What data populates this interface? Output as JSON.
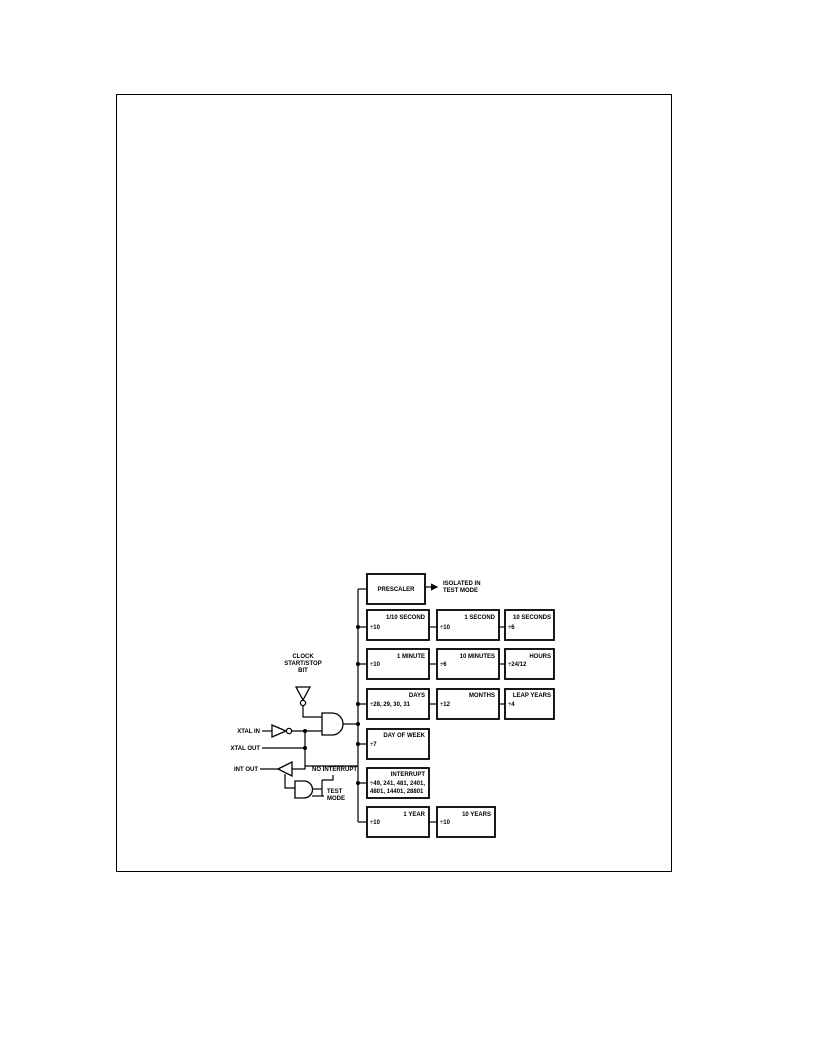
{
  "clock_input": {
    "label_lines": [
      "CLOCK",
      "START/STOP",
      "BIT"
    ]
  },
  "signals": {
    "xtal_in": "XTAL IN",
    "xtal_out": "XTAL OUT",
    "int_out": "INT OUT",
    "no_interrupt": "NO INTERRUPT",
    "test_mode_lines": [
      "TEST",
      "MODE"
    ]
  },
  "prescaler": {
    "label": "PRESCALER",
    "output_lines": [
      "ISOLATED IN",
      "TEST MODE"
    ]
  },
  "rows": [
    {
      "blocks": [
        {
          "title": "1/10 SECOND",
          "div": "÷10"
        },
        {
          "title": "1 SECOND",
          "div": "÷10"
        },
        {
          "title": "10 SECONDS",
          "div": "÷6"
        }
      ]
    },
    {
      "blocks": [
        {
          "title": "1 MINUTE",
          "div": "÷10"
        },
        {
          "title": "10 MINUTES",
          "div": "÷6"
        },
        {
          "title": "HOURS",
          "div": "÷24/12"
        }
      ]
    },
    {
      "blocks": [
        {
          "title": "DAYS",
          "div": "÷28, 29, 30, 31"
        },
        {
          "title": "MONTHS",
          "div": "÷12"
        },
        {
          "title": "LEAP YEARS",
          "div": "÷4"
        }
      ]
    },
    {
      "blocks": [
        {
          "title": "DAY OF WEEK",
          "div": "÷7"
        }
      ]
    },
    {
      "blocks": [
        {
          "title": "INTERRUPT",
          "div": "÷49, 241, 481, 2401,",
          "div2": "4801, 14401, 28801"
        }
      ]
    },
    {
      "blocks": [
        {
          "title": "1 YEAR",
          "div": "÷10"
        },
        {
          "title": "10 YEARS",
          "div": "÷10"
        }
      ]
    }
  ]
}
